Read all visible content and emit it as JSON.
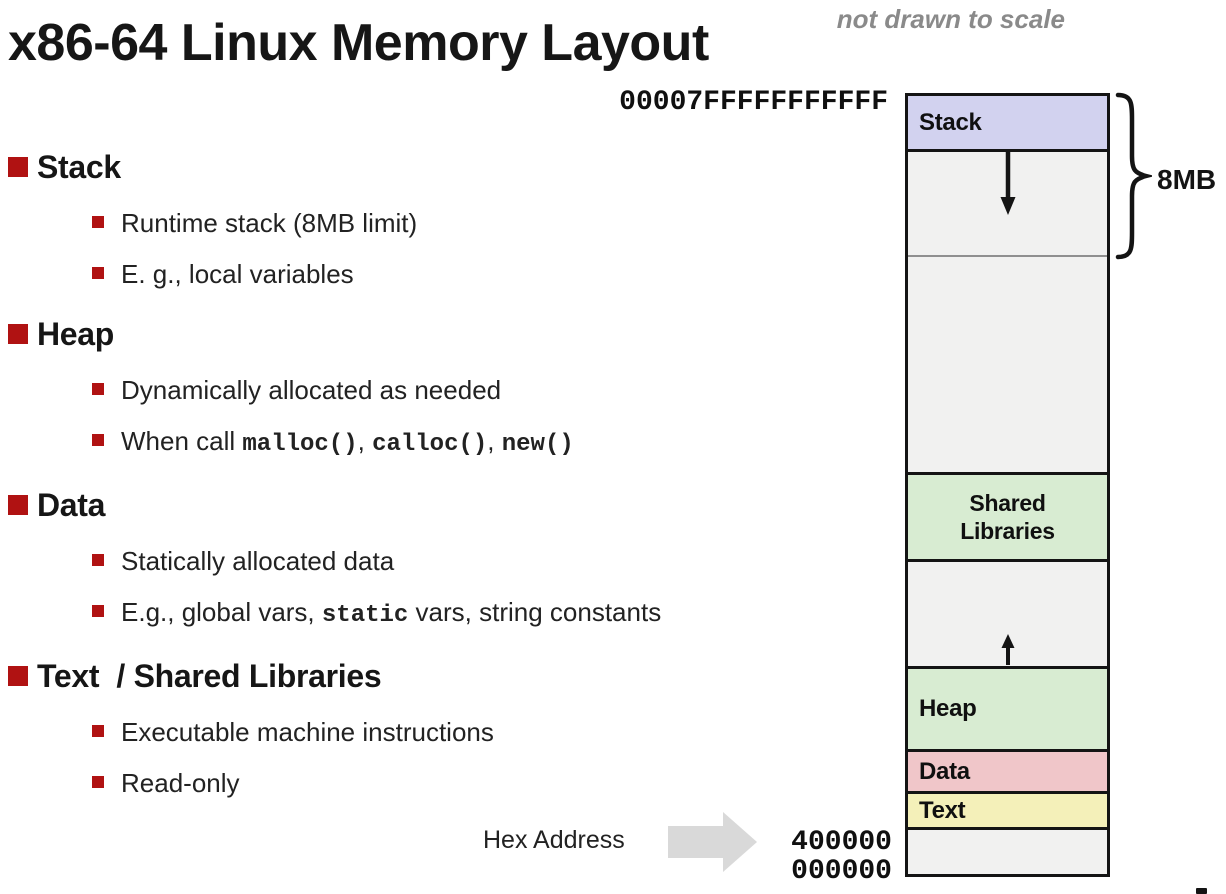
{
  "title": "x86-64 Linux Memory Layout",
  "scale_note": "not drawn to scale",
  "outline": {
    "items": [
      {
        "name": "stack",
        "label": "Stack",
        "children": [
          {
            "name": "runtime-stack",
            "runs": [
              {
                "t": "Runtime stack (8MB limit)"
              }
            ]
          },
          {
            "name": "local-variables",
            "runs": [
              {
                "t": "E. g., local variables"
              }
            ]
          }
        ]
      },
      {
        "name": "heap",
        "label": "Heap",
        "children": [
          {
            "name": "dynamically-allocated",
            "runs": [
              {
                "t": "Dynamically allocated as needed"
              }
            ]
          },
          {
            "name": "when-call",
            "runs": [
              {
                "t": "When call "
              },
              {
                "t": "malloc()",
                "mono": true
              },
              {
                "t": ", "
              },
              {
                "t": "calloc()",
                "mono": true
              },
              {
                "t": ", "
              },
              {
                "t": "new()",
                "mono": true
              }
            ]
          }
        ]
      },
      {
        "name": "data",
        "label": "Data",
        "children": [
          {
            "name": "statically-allocated",
            "runs": [
              {
                "t": "Statically allocated data"
              }
            ]
          },
          {
            "name": "global-vars",
            "runs": [
              {
                "t": "E.g., global vars, "
              },
              {
                "t": "static",
                "mono": true
              },
              {
                "t": " vars, string constants"
              }
            ]
          }
        ]
      },
      {
        "name": "text-shared-libraries",
        "label": "Text  / Shared Libraries",
        "children": [
          {
            "name": "executable-instructions",
            "runs": [
              {
                "t": "Executable machine instructions"
              }
            ]
          },
          {
            "name": "read-only",
            "runs": [
              {
                "t": "Read-only"
              }
            ]
          }
        ]
      }
    ]
  },
  "diagram": {
    "top_address": "00007FFFFFFFFFFF",
    "brace_label": "8MB",
    "hex_address_label": "Hex Address",
    "bottom_addresses": [
      "400000",
      "000000"
    ],
    "segments": [
      {
        "name": "stack",
        "label": "Stack",
        "kind": "stack"
      },
      {
        "name": "stack-growth",
        "arrow": "down",
        "kind": "unmapped"
      },
      {
        "name": "unmapped-upper",
        "kind": "unmapped"
      },
      {
        "name": "shared-libraries",
        "label": "Shared\nLibraries",
        "kind": "shared"
      },
      {
        "name": "heap-growth",
        "arrow": "up",
        "kind": "unmapped"
      },
      {
        "name": "heap",
        "label": "Heap",
        "kind": "heap"
      },
      {
        "name": "data",
        "label": "Data",
        "kind": "data"
      },
      {
        "name": "text",
        "label": "Text",
        "kind": "text"
      },
      {
        "name": "unmapped-lower",
        "kind": "unmapped"
      }
    ]
  },
  "colors": {
    "stack": "#d2d2ef",
    "shared": "#d8ecd2",
    "heap": "#d8ecd2",
    "data": "#f0c6c9",
    "text": "#f4f0b9",
    "unmapped": "#f1f1f0",
    "bullet": "#b01212",
    "note_gray": "#8a8a8a",
    "arrow_gray": "#d9d9d9",
    "border": "#141414"
  }
}
